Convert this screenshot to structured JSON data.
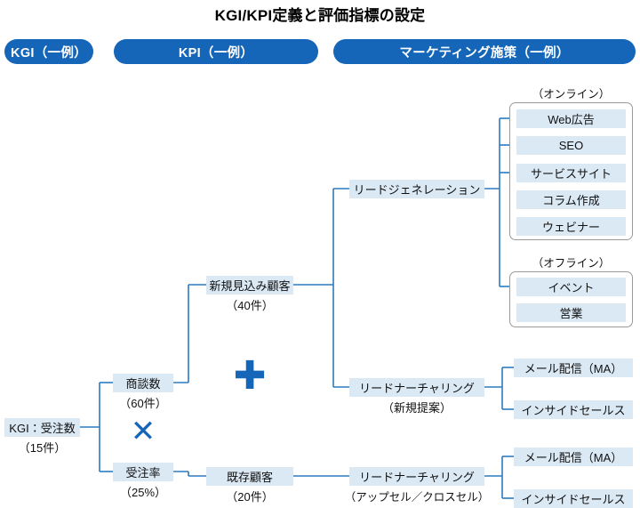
{
  "title": "KGI/KPI定義と評価指標の設定",
  "colors": {
    "pill_blue": "#1565b8",
    "node_fill": "#dbe9f5",
    "connector": "#2b7bc0",
    "group_border": "#9a9a9a",
    "operator": "#1565b8"
  },
  "headers": [
    {
      "label": "KGI（一例）"
    },
    {
      "label": "KPI（一例）"
    },
    {
      "label": "マーケティング施策（一例）"
    }
  ],
  "kgi": {
    "label": "KGI：受注数",
    "value": "（15件）"
  },
  "kgi_drivers": [
    {
      "label": "商談数",
      "value": "（60件）"
    },
    {
      "label": "受注率",
      "value": "（25%）"
    }
  ],
  "operators": {
    "multiply": "✕",
    "plus": "✚"
  },
  "kpi": [
    {
      "label": "新規見込み顧客",
      "value": "（40件）"
    },
    {
      "label": "既存顧客",
      "value": "（20件）"
    }
  ],
  "measures": [
    {
      "label": "リードジェネレーション",
      "value": ""
    },
    {
      "label": "リードナーチャリング",
      "value": "（新規提案）"
    },
    {
      "label": "リードナーチャリング",
      "value": "（アップセル／クロスセル）"
    }
  ],
  "groups": [
    {
      "label": "（オンライン）",
      "items": [
        {
          "label": "Web広告"
        },
        {
          "label": "SEO"
        },
        {
          "label": "サービスサイト"
        },
        {
          "label": "コラム作成"
        },
        {
          "label": "ウェビナー"
        }
      ]
    },
    {
      "label": "（オフライン）",
      "items": [
        {
          "label": "イベント"
        },
        {
          "label": "営業"
        }
      ]
    }
  ],
  "nurturing_tactics": [
    {
      "label": "メール配信（MA）"
    },
    {
      "label": "インサイドセールス"
    },
    {
      "label": "メール配信（MA）"
    },
    {
      "label": "インサイドセールス"
    }
  ]
}
